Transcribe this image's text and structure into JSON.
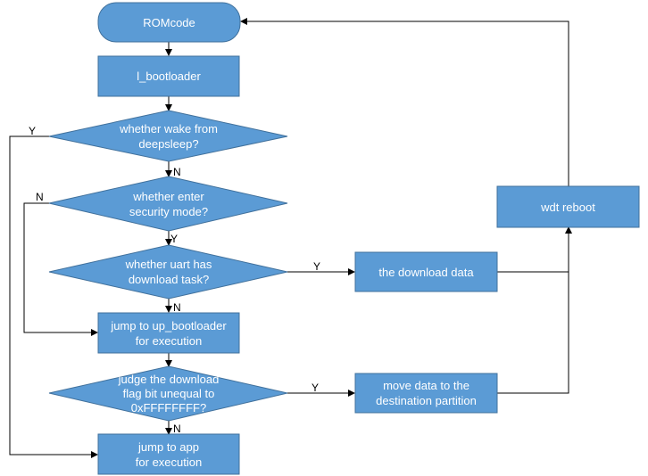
{
  "nodes": {
    "romcode": "ROMcode",
    "l_bootloader": "l_bootloader",
    "wake_deepsleep": "whether wake from\ndeepsleep?",
    "security_mode": "whether enter\nsecurity mode?",
    "uart_download": "whether uart has\ndownload task?",
    "up_bootloader": "jump to up_bootloader\nfor execution",
    "judge_flag": "judge the download\nflag bit unequal to\n0xFFFFFFFF?",
    "jump_app": "jump to app\nfor execution",
    "download_data": "the download data",
    "move_data": "move data to the\ndestination partition",
    "wdt_reboot": "wdt reboot"
  },
  "edge_labels": {
    "wake_yes": "Y",
    "wake_no": "N",
    "security_no": "N",
    "security_yes": "Y",
    "uart_yes": "Y",
    "uart_no": "N",
    "flag_yes": "Y",
    "flag_no": "N"
  },
  "colors": {
    "fill": "#5b9bd5",
    "stroke": "#41719c",
    "line": "#000000",
    "text": "#ffffff"
  }
}
